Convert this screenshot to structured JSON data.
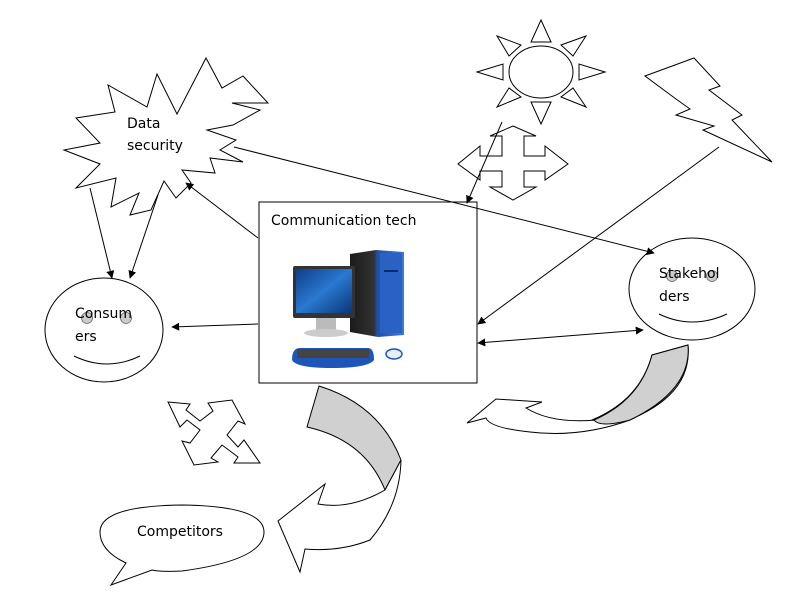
{
  "diagram": {
    "nodes": {
      "data_security": {
        "line1": "Data",
        "line2": "security"
      },
      "communication_tech": {
        "label": "Communication tech"
      },
      "consumers": {
        "line1": "Consum",
        "line2": "ers"
      },
      "stakeholders": {
        "line1": "Stakehol",
        "line2": "ders"
      },
      "competitors": {
        "label": "Competitors"
      }
    },
    "shapes": [
      "explosion-burst",
      "sun",
      "four-way-arrow",
      "lightning-bolt",
      "smiley-face-consumers",
      "smiley-face-stakeholders",
      "curved-arrow-stakeholders",
      "curved-arrow-communication",
      "diagonal-four-way-arrow",
      "speech-bubble-competitors",
      "computer-image"
    ],
    "edges": [
      {
        "from": "Communication tech",
        "to": "Data security"
      },
      {
        "from": "Data security",
        "to": "Consumers"
      },
      {
        "from": "Data security",
        "to": "Consumers"
      },
      {
        "from": "Data security",
        "to": "Stakeholders"
      },
      {
        "from": "Sun",
        "to": "Communication tech"
      },
      {
        "from": "Lightning",
        "to": "Communication tech"
      },
      {
        "from": "Communication tech",
        "to": "Consumers"
      },
      {
        "from": "Stakeholders",
        "to": "Communication tech",
        "bidirectional": true
      }
    ],
    "colors": {
      "stroke": "#000000",
      "fill": "#ffffff",
      "shaded": "#d0d0d0",
      "monitor_blue": "#1a5fb4",
      "tower_blue": "#2255a8"
    }
  }
}
